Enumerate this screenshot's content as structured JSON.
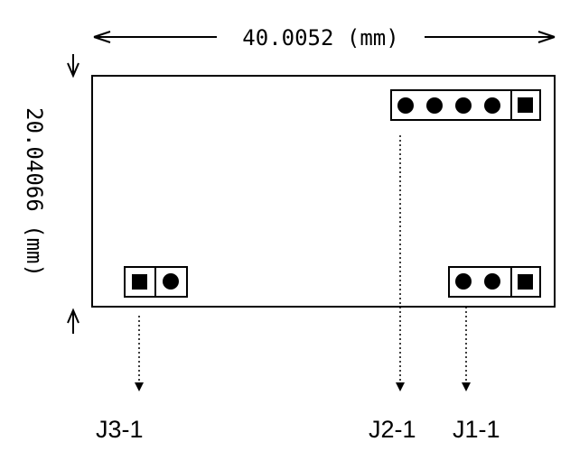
{
  "dimensions": {
    "width_label": "40.0052 (mm)",
    "height_label": "20.04066 (mm)"
  },
  "connectors": {
    "j3": {
      "label": "J3-1",
      "pins": 2,
      "pin1": "square"
    },
    "j2": {
      "label": "J2-1",
      "pins": 5,
      "pin1": "square"
    },
    "j1": {
      "label": "J1-1",
      "pins": 3,
      "pin1": "square"
    }
  },
  "colors": {
    "ink": "#000000",
    "background": "#ffffff"
  }
}
